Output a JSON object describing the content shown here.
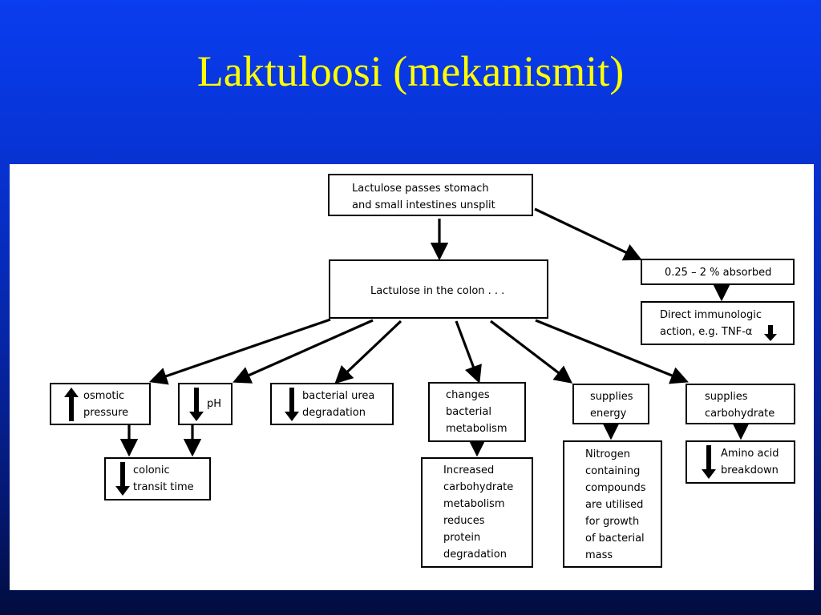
{
  "slide": {
    "title": "Laktuloosi (mekanismit)",
    "colors": {
      "title": "#ffff00",
      "background": "#0733d4",
      "panel": "#ffffff"
    }
  },
  "diagram": {
    "nodes": {
      "top": "Lactulose passes stomach\nand small intestines unsplit",
      "colon": "Lactulose in the colon . . .",
      "absorbed": "0.25 – 2 % absorbed",
      "immuno": "Direct immunologic\naction, e.g. TNF-α",
      "osmotic": "osmotic\npressure",
      "ph": "pH",
      "urea": "bacterial urea\ndegradation",
      "metabolism": "changes\nbacterial\nmetabolism",
      "energy": "supplies\nenergy",
      "carb": "supplies\ncarbohydrate",
      "colonic": "colonic\ntransit time",
      "increased": "Increased\ncarbohydrate\nmetabolism\nreduces\nprotein\ndegradation",
      "nitrogen": "Nitrogen\ncontaining\ncompounds\nare utilised\nfor growth\nof bacterial\nmass",
      "amino": "Amino acid\nbreakdown"
    }
  }
}
